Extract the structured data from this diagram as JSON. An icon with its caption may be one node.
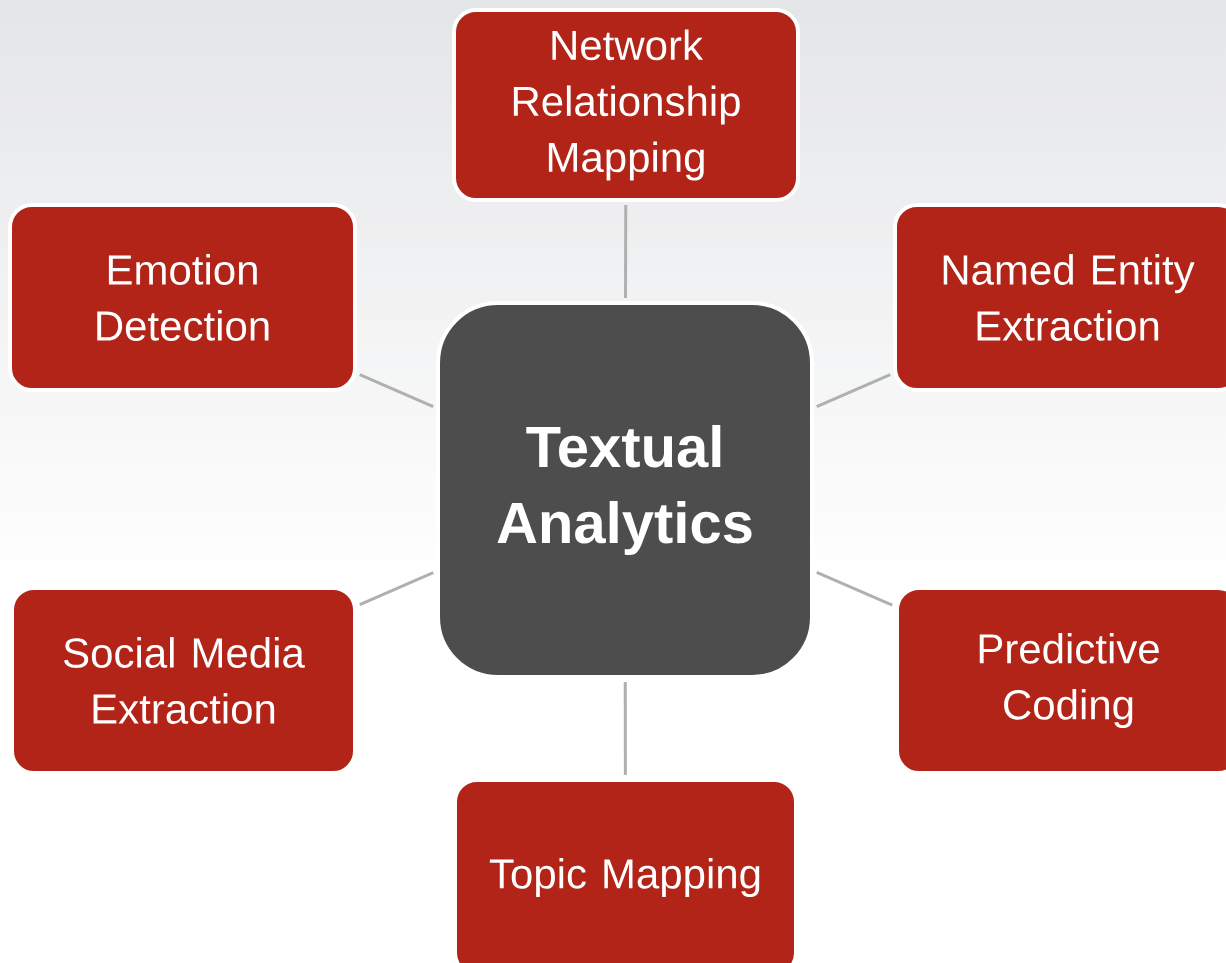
{
  "diagram": {
    "nodes": [
      {
        "text": [
          "Network Relationship Mapping"
        ]
      },
      {
        "text": [
          "Emotion Detection"
        ]
      },
      {
        "text": [
          "Named Entity Extraction"
        ]
      },
      {
        "text": [
          "Textual Analytics"
        ]
      },
      {
        "text": [
          "Social Media Extraction"
        ]
      },
      {
        "text": [
          "Predictive Coding"
        ]
      },
      {
        "text": [
          "Topic Mapping"
        ]
      }
    ],
    "edges": [
      {
        "from": 3,
        "to": 0,
        "arrow": "none"
      },
      {
        "from": 3,
        "to": 1,
        "arrow": "none"
      },
      {
        "from": 3,
        "to": 2,
        "arrow": "none"
      },
      {
        "from": 3,
        "to": 4,
        "arrow": "none"
      },
      {
        "from": 3,
        "to": 5,
        "arrow": "none"
      },
      {
        "from": 3,
        "to": 6,
        "arrow": "none"
      }
    ]
  }
}
